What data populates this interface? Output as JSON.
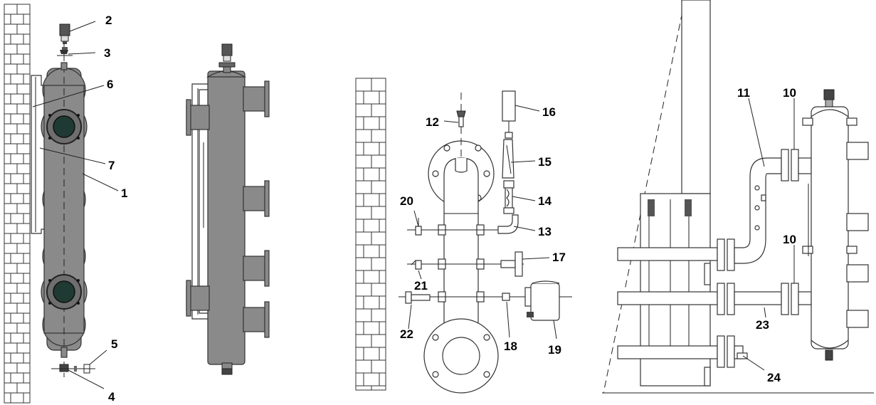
{
  "labels": {
    "l1": "1",
    "l2": "2",
    "l3": "3",
    "l4": "4",
    "l5": "5",
    "l6": "6",
    "l7": "7",
    "l10a": "10",
    "l10b": "10",
    "l11": "11",
    "l12": "12",
    "l13": "13",
    "l14": "14",
    "l15": "15",
    "l16": "16",
    "l17": "17",
    "l18": "18",
    "l19": "19",
    "l20": "20",
    "l21": "21",
    "l22": "22",
    "l23": "23",
    "l24": "24"
  },
  "colors": {
    "body_fill": "#8a8a8a",
    "flange_hole": "#1f3a33",
    "line": "#222222"
  }
}
